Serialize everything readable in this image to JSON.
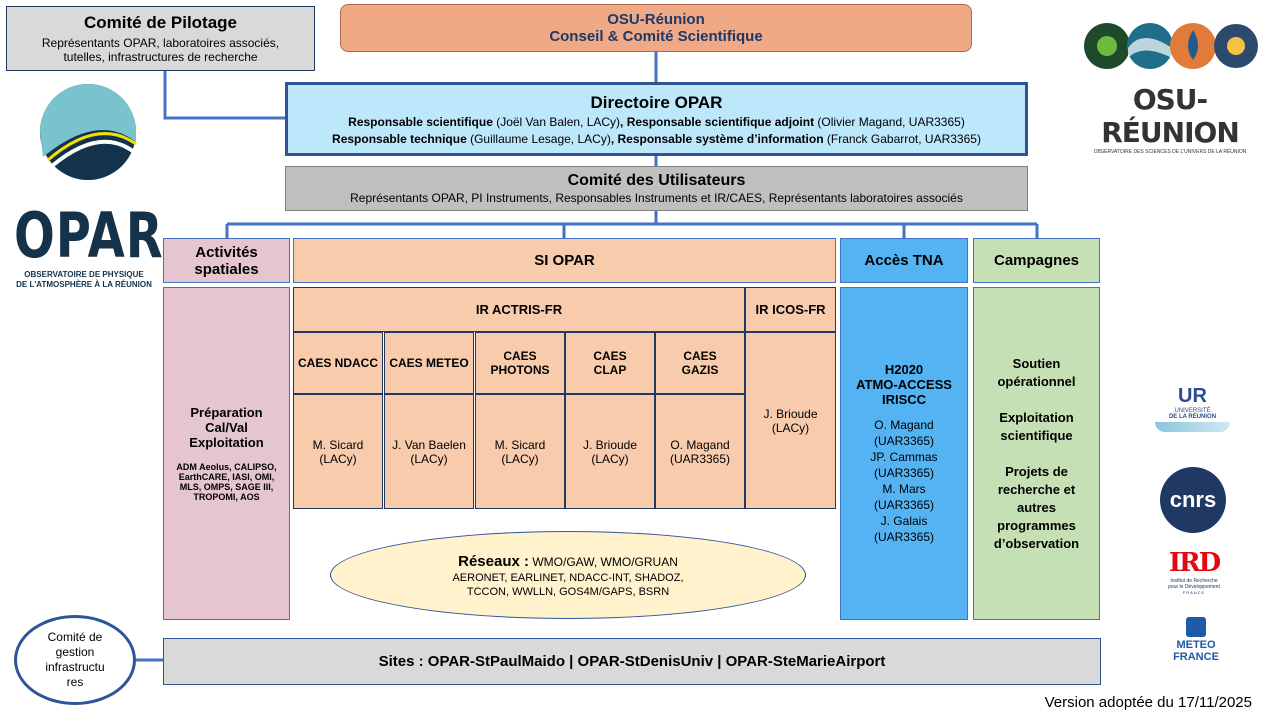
{
  "pilotage": {
    "title": "Comité de Pilotage",
    "line1": "Représentants OPAR, laboratoires associés,",
    "line2": "tutelles, infrastructures de recherche"
  },
  "osu": {
    "line1": "OSU-Réunion",
    "line2": "Conseil  & Comité Scientifique"
  },
  "directoire": {
    "title": "Directoire OPAR",
    "r1_role": "Responsable scientifique",
    "r1_name": " (Joël Van Balen, LACy)",
    "r2_role": ", Responsable scientifique adjoint",
    "r2_name": " (Olivier Magand, UAR3365)",
    "r3_role": "Responsable technique",
    "r3_name": " (Guillaume Lesage, LACy)",
    "r4_role": ", Responsable système d’information",
    "r4_name": " (Franck Gabarrot, UAR3365)"
  },
  "utilisateurs": {
    "title": "Comité des Utilisateurs",
    "desc": "Représentants OPAR, PI Instruments, Responsables Instruments et IR/CAES, Représentants laboratoires associés"
  },
  "spatiales": {
    "title_l1": "Activités",
    "title_l2": "spatiales",
    "body_l1": "Préparation",
    "body_l2": "Cal/Val",
    "body_l3": "Exploitation",
    "missions_l1": "ADM Aeolus, CALIPSO,",
    "missions_l2": "EarthCARE, IASI, OMI,",
    "missions_l3": "MLS, OMPS, SAGE III,",
    "missions_l4": "TROPOMI, AOS"
  },
  "siopar": {
    "title": "SI OPAR",
    "actris": "IR ACTRIS-FR",
    "icos": "IR ICOS-FR",
    "icos_person_l1": "J. Brioude",
    "icos_person_l2": "(LACy)"
  },
  "caes": [
    {
      "l1": "CAES NDACC",
      "l2": "",
      "p1": "M. Sicard",
      "p2": "(LACy)"
    },
    {
      "l1": "CAES METEO",
      "l2": "",
      "p1": "J. Van Baelen",
      "p2": "(LACy)"
    },
    {
      "l1": "CAES",
      "l2": "PHOTONS",
      "p1": "M. Sicard",
      "p2": "(LACy)"
    },
    {
      "l1": "CAES",
      "l2": "CLAP",
      "p1": "J. Brioude",
      "p2": "(LACy)"
    },
    {
      "l1": "CAES",
      "l2": "GAZIS",
      "p1": "O. Magand",
      "p2": "(UAR3365)"
    }
  ],
  "tna": {
    "title": "Accès TNA",
    "h1": "H2020",
    "h2": "ATMO-ACCESS",
    "h3": "IRISCC",
    "people": [
      "O. Magand",
      "(UAR3365)",
      "JP. Cammas",
      "(UAR3365)",
      "M. Mars",
      "(UAR3365)",
      "J. Galais",
      "(UAR3365)"
    ]
  },
  "campagnes": {
    "title": "Campagnes",
    "items": [
      "Soutien",
      "opérationnel",
      "",
      "Exploitation",
      "scientifique",
      "",
      "Projets de",
      "recherche et",
      "autres",
      "programmes",
      "d’observation"
    ]
  },
  "reseaux": {
    "label": "Réseaux :",
    "l1": " WMO/GAW, WMO/GRUAN",
    "l2": "AERONET, EARLINET, NDACC-INT, SHADOZ,",
    "l3": "TCCON, WWLLN, GOS4M/GAPS, BSRN"
  },
  "sites": {
    "text": "Sites : OPAR-StPaulMaido | OPAR-StDenisUniv | OPAR-SteMarieAirport"
  },
  "gestion": {
    "l1": "Comité de",
    "l2": "gestion",
    "l3": "infrastructu",
    "l4": "res"
  },
  "version": "Version adoptée du 17/11/2025",
  "logos": {
    "opar_big": "OPAR",
    "opar_sub1": "OBSERVATOIRE DE PHYSIQUE",
    "opar_sub2": "DE L'ATMOSPHÈRE À LA RÉUNION",
    "osu_big": "OSU-RÉUNION",
    "osu_sub": "OBSERVATOIRE DES SCIENCES DE L'UNIVERS DE LA RÉUNION",
    "ur_big": "UR",
    "ur_sub1": "UNIVERSITÉ",
    "ur_sub2": "DE LA RÉUNION",
    "cnrs": "cnrs",
    "ird_big": "IRD",
    "ird_sub1": "Institut de Recherche",
    "ird_sub2": "pour le Développement",
    "ird_sub3": "FRANCE",
    "meteo1": "METEO",
    "meteo2": "FRANCE"
  },
  "colors": {
    "line": "#4472c4",
    "dark_blue": "#1f3864",
    "opar_teal": "#79c3cc",
    "opar_navy": "#14324a"
  }
}
